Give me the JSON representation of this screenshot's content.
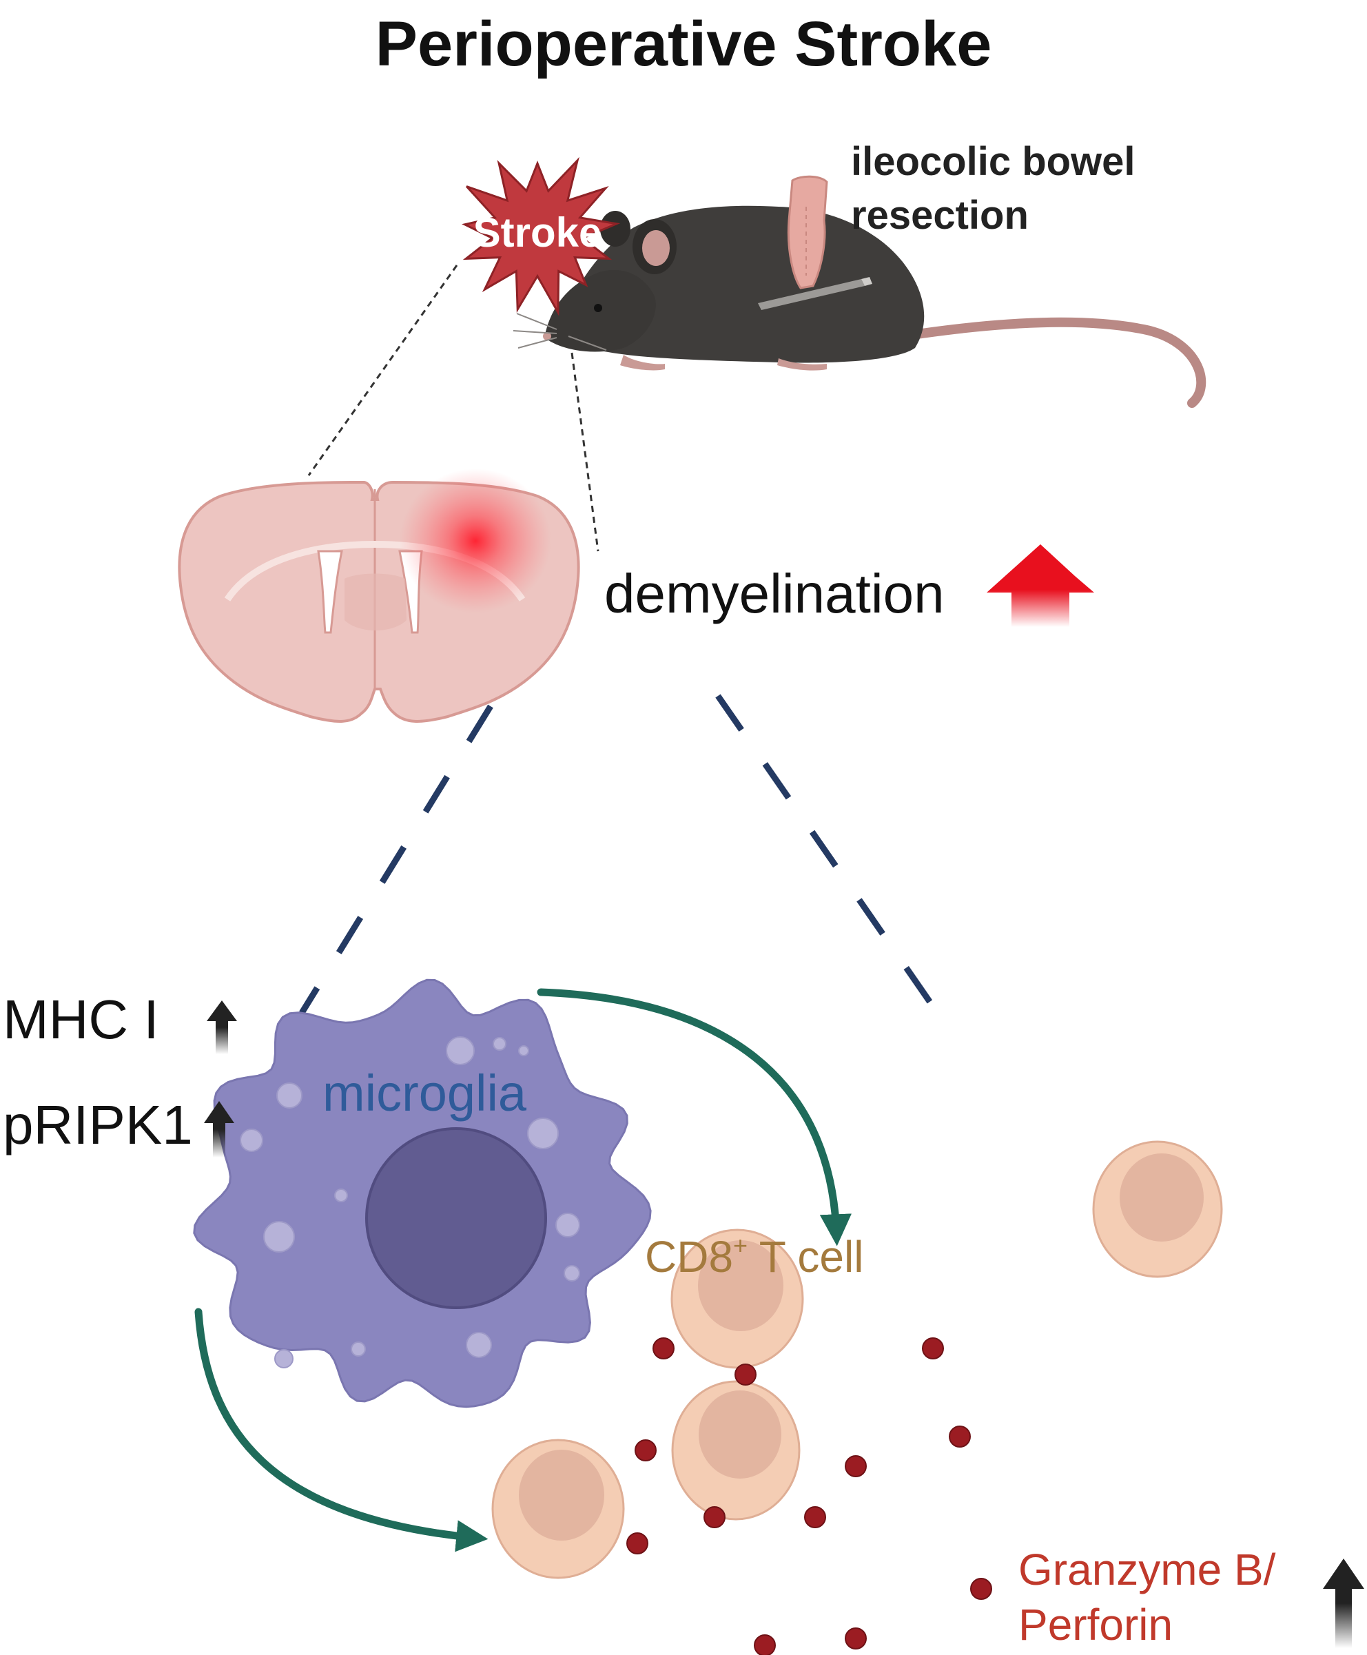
{
  "title": "Perioperative Stroke",
  "stroke_label": "Stroke",
  "procedure": {
    "line1": "ileocolic bowel",
    "line2": "resection"
  },
  "demyelination_label": "demyelination",
  "markers": {
    "mhc": "MHC I",
    "pripk1": "pRIPK1"
  },
  "microglia_label": "microglia",
  "tcell_label": {
    "main": "CD8",
    "sup": "+",
    "rest": " T cell"
  },
  "granzyme": {
    "line1": "Granzyme B/",
    "line2": "Perforin"
  },
  "colors": {
    "title": "#111111",
    "microglia_text": "#2f5b9a",
    "tcell_text": "#a47a3d",
    "granzyme_text": "#c0392b",
    "increase_arrow_red": "#e8101e",
    "increase_arrow_dark": "#222222",
    "pathway_arrow": "#1f6b5a",
    "zoom_dash": "#243a63",
    "microglia_body": "#8a86bf",
    "microglia_nucleus": "#615c91",
    "tcell_body": "#f4cdb4",
    "tcell_nucleus": "#e3b5a0",
    "granule": "#9b1c22",
    "brain": "#edc5c1",
    "mouse": "#3f3d3b",
    "star": "#c0393e"
  }
}
